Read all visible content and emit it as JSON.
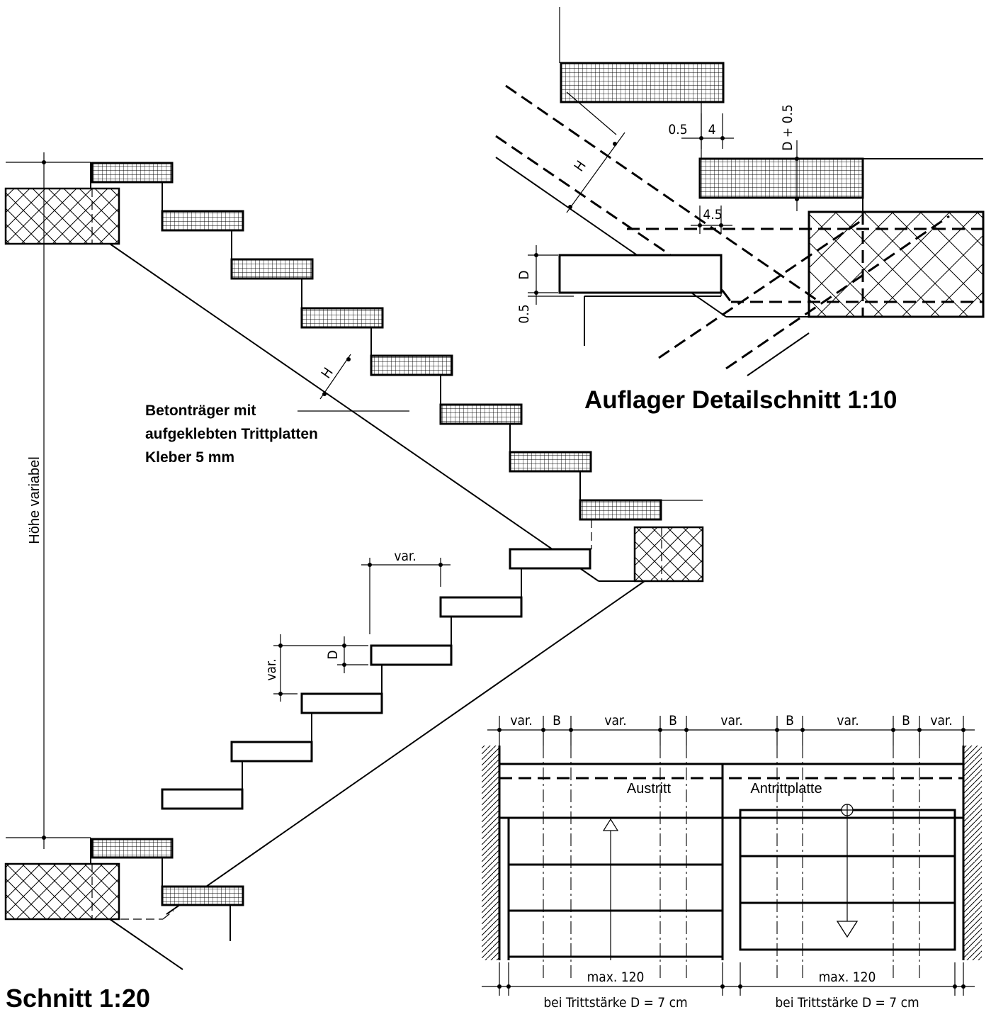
{
  "titles": {
    "section": "Schnitt  1:20",
    "detail": "Auflager  Detailschnitt 1:10"
  },
  "note": {
    "line1": "Betonträger mit",
    "line2": "aufgeklebten Trittplatten",
    "line3": "Kleber 5 mm"
  },
  "section_labels": {
    "height": "Höhe variabel",
    "h_dim": "H",
    "d_dim": "D",
    "var_horizontal": "var.",
    "var_vertical": "var."
  },
  "detail_labels": {
    "h": "H",
    "d": "D",
    "d_plus": "D + 0.5",
    "gap_05_top": "0.5",
    "four": "4",
    "four_five": "4.5",
    "gap_05_bottom": "0.5"
  },
  "plan_labels": {
    "top_dims": [
      "var.",
      "B",
      "var.",
      "B",
      "var.",
      "B",
      "var.",
      "B",
      "var."
    ],
    "austritt": "Austritt",
    "antrittplatte": "Antrittplatte",
    "max_left": "max. 120",
    "max_right": "max. 120",
    "bei_left": "bei Trittstärke  D = 7 cm",
    "bei_right": "bei Trittstärke  D = 7 cm"
  }
}
